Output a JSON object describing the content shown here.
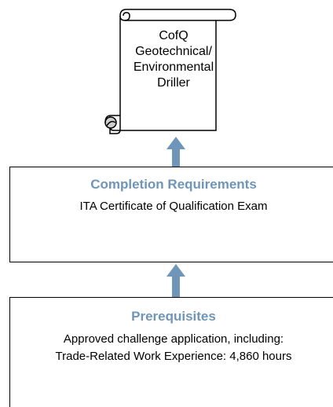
{
  "scroll": {
    "lines": [
      "CofQ",
      "Geotechnical/",
      "Environmental",
      "Driller"
    ]
  },
  "completion": {
    "heading": "Completion Requirements",
    "lines": [
      "ITA Certificate of Qualification Exam"
    ]
  },
  "prerequisites": {
    "heading": "Prerequisites",
    "lines": [
      "Approved challenge application, including:",
      "Trade-Related Work Experience: 4,860 hours"
    ]
  },
  "colors": {
    "heading": "#6f95b8",
    "arrow": "#6f95b8",
    "scroll_curl": "#cfcfcf",
    "border": "#000000"
  }
}
